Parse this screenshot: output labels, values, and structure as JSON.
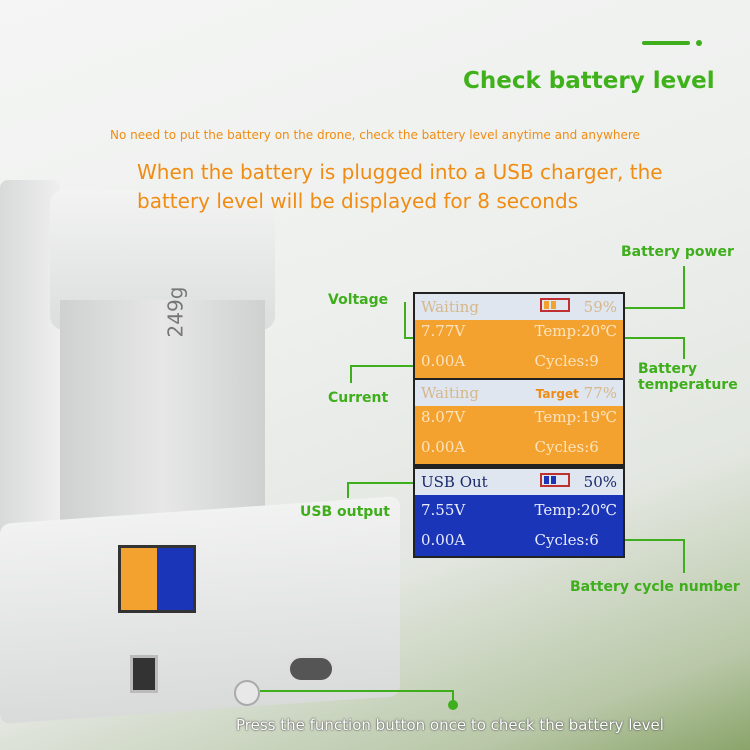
{
  "header": {
    "title": "Check battery level",
    "subtitle": "No need to put the battery on the drone, check the battery level anytime and anywhere",
    "headline_line1": "When the battery is plugged into a USB charger, the",
    "headline_line2": "battery level will be displayed for 8 seconds"
  },
  "labels": {
    "voltage": "Voltage",
    "current": "Current",
    "usb_output": "USB output",
    "battery_power": "Battery power",
    "battery_temperature_1": "Battery",
    "battery_temperature_2": "temperature",
    "battery_cycle": "Battery cycle number"
  },
  "screen": {
    "panel1": {
      "status": "Waiting",
      "percent": "59%",
      "voltage": "7.77V",
      "temp": "Temp:20℃",
      "current": "0.00A",
      "cycles": "Cycles:9"
    },
    "panel2": {
      "status": "Waiting",
      "target_label": "Target",
      "percent": "77%",
      "voltage": "8.07V",
      "temp": "Temp:19℃",
      "current": "0.00A",
      "cycles": "Cycles:6"
    },
    "panel3": {
      "status": "USB Out",
      "percent": "50%",
      "voltage": "7.55V",
      "temp": "Temp:20℃",
      "current": "0.00A",
      "cycles": "Cycles:6"
    }
  },
  "product": {
    "battery_label": "249g"
  },
  "footer": {
    "caption": "Press the function button once to check the battery level"
  },
  "colors": {
    "green": "#3fb21b",
    "orange": "#f08c12",
    "panel_orange": "#f4a22f",
    "panel_blue": "#1a35b8"
  }
}
